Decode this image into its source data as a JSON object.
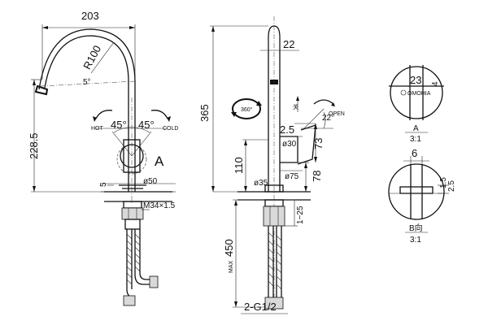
{
  "dims": {
    "width_top": "203",
    "radius": "R100",
    "angle_spout": "5°",
    "hot": "HOT",
    "cold": "COLD",
    "hot_angle": "45°",
    "cold_angle": "45°",
    "detail_a_marker": "A",
    "height_left": "228.5",
    "five": "5",
    "dia50": "ø50",
    "thread": "M34×1.5",
    "d22": "22",
    "rot360": "360°",
    "height_365": "365",
    "open_label": "OPEN",
    "angle22": "22°",
    "close_label": "关",
    "d25": "2.5",
    "dia30": "ø30",
    "d73": "73",
    "d110": "110",
    "dia75": "ø75",
    "d78": "78",
    "dia35": "ø35",
    "range": "1~25",
    "max": "MAX",
    "hose450": "450",
    "conn": "2-G1/2",
    "detA_d23": "23",
    "detA_d4": "4",
    "brand": "OMOHIA",
    "detA_label": "A",
    "detA_scale": "3:1",
    "detB_d6": "6",
    "detB_d15": "1.5",
    "detB_d25": "2.5",
    "detB_label": "B向",
    "detB_scale": "3:1"
  },
  "colors": {
    "line": "#111111",
    "fill": "#d9d9d9",
    "background": "#ffffff"
  }
}
